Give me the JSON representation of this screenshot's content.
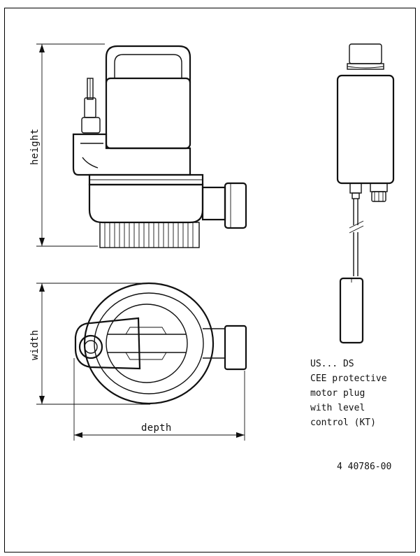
{
  "labels": {
    "height": "height",
    "width": "width",
    "depth": "depth"
  },
  "note": {
    "line1": "US... DS",
    "line2": "CEE protective",
    "line3": "motor plug",
    "line4": "with level",
    "line5": "control (KT)"
  },
  "part_number": "4 40786-00"
}
